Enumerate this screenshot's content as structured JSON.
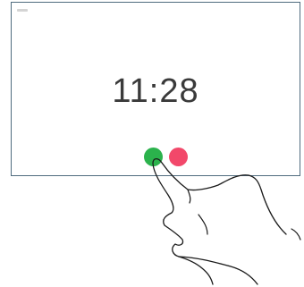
{
  "screen": {
    "time": "11:28",
    "status_icon": "status-bar-indicator"
  },
  "call": {
    "accept_icon": "accept-call-button",
    "accept_color": "#2bb24c",
    "decline_icon": "decline-call-button",
    "decline_color": "#f2486a"
  },
  "overlay": {
    "icon": "pointing-hand-icon"
  }
}
